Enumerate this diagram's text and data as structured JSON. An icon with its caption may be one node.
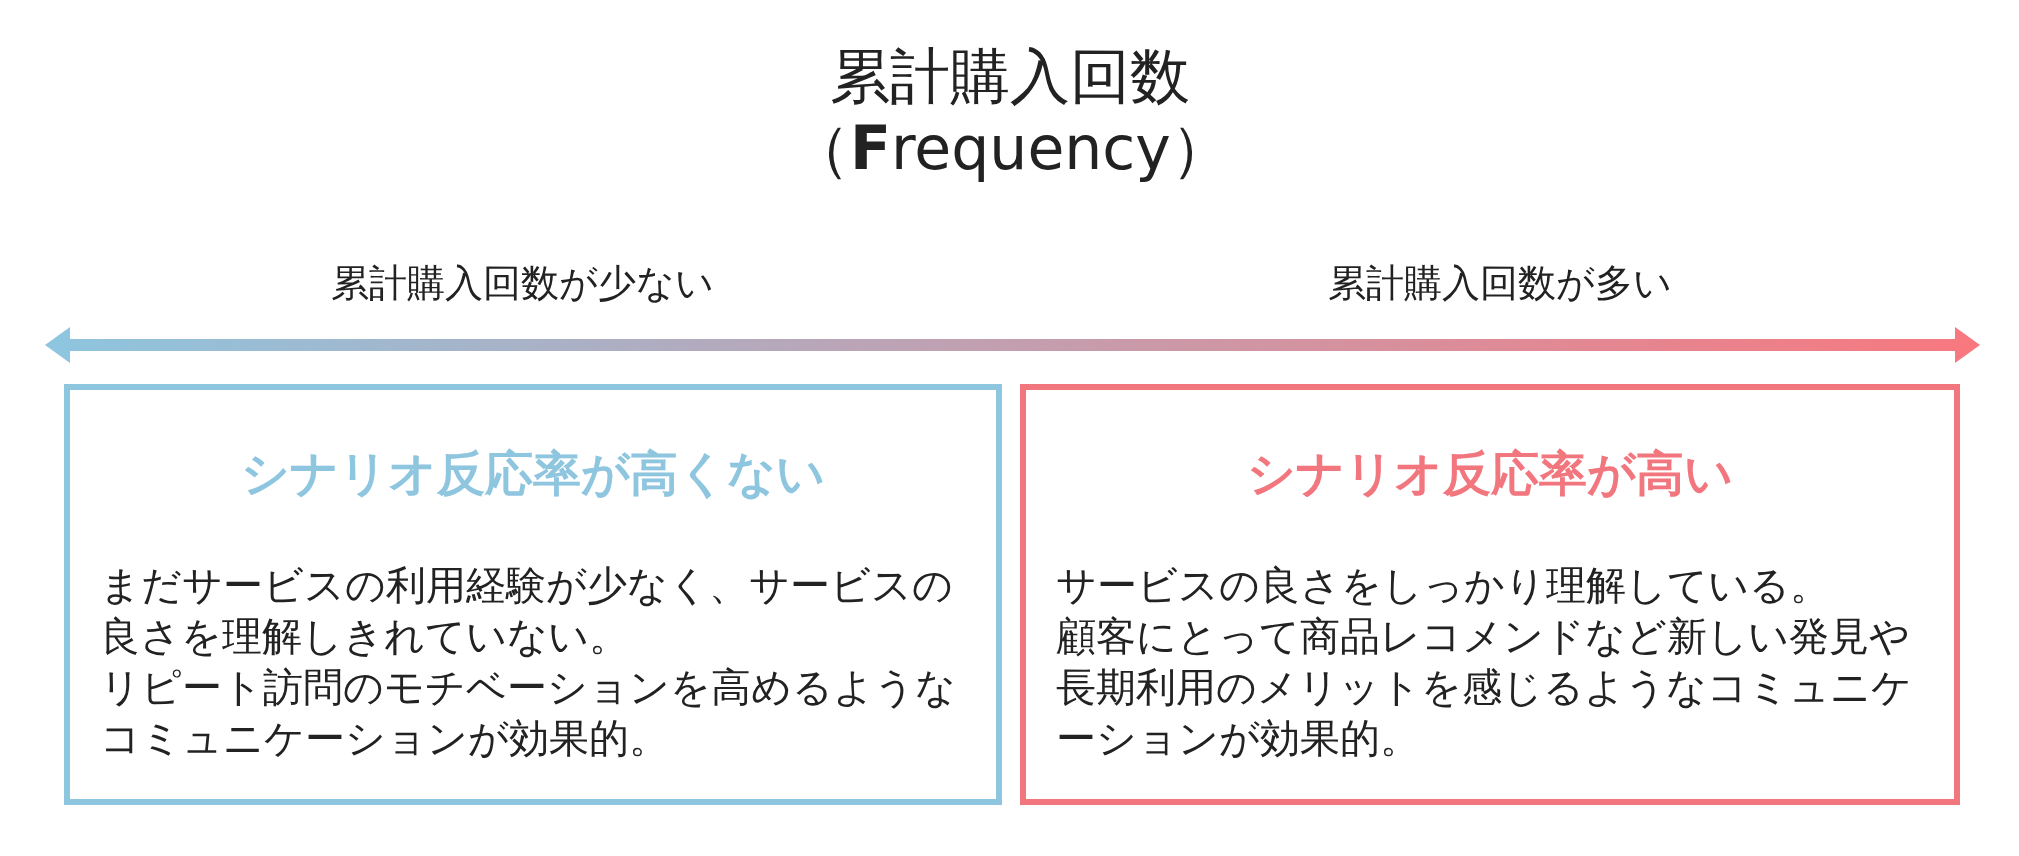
{
  "diagram": {
    "title": "累計購入回数（**F**requency）",
    "nodes": [
      {
        "text": [
          "シナリオ反応率が高くない",
          "まだサービスの利用経験が少なく、サービスの良さを理解しきれていない。",
          "リピート訪問のモチベーションを高めるようなコミュニケーションが効果的。"
        ]
      },
      {
        "text": [
          "シナリオ反応率が高い",
          "サービスの良さをしっかり理解している。",
          "顧客にとって商品レコメンドなど新しい発見や長期利用のメリットを感じるようなコミュニケーションが効果的。"
        ]
      }
    ],
    "labels": [
      "累計購入回数が少ない",
      "累計購入回数が多い"
    ]
  }
}
